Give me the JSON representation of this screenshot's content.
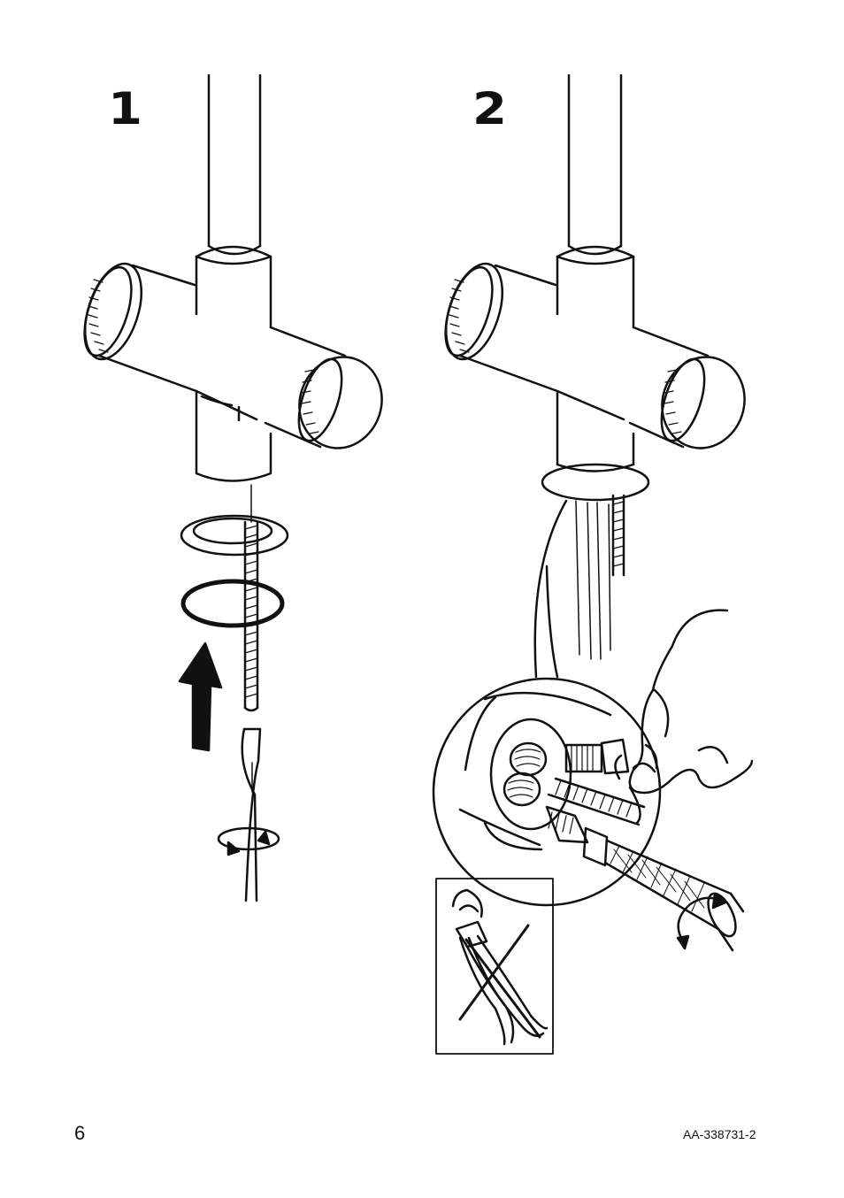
{
  "steps": [
    {
      "number": "1"
    },
    {
      "number": "2"
    }
  ],
  "footer": {
    "page_number": "6",
    "document_code": "AA-338731-2"
  },
  "icons": {
    "step1": [
      "faucet-body-icon",
      "washer-ring-icon",
      "o-ring-icon",
      "threaded-rod-icon",
      "up-arrow-icon",
      "screwdriver-icon",
      "rotation-arrow-icon"
    ],
    "step2": [
      "faucet-body-icon",
      "base-washer-icon",
      "threaded-rod-icon",
      "hand-icon",
      "hose-connection-icon",
      "braided-hose-icon",
      "rotation-arrow-icon",
      "pliers-forbidden-icon"
    ]
  },
  "colors": {
    "ink": "#111111",
    "paper": "#ffffff"
  }
}
